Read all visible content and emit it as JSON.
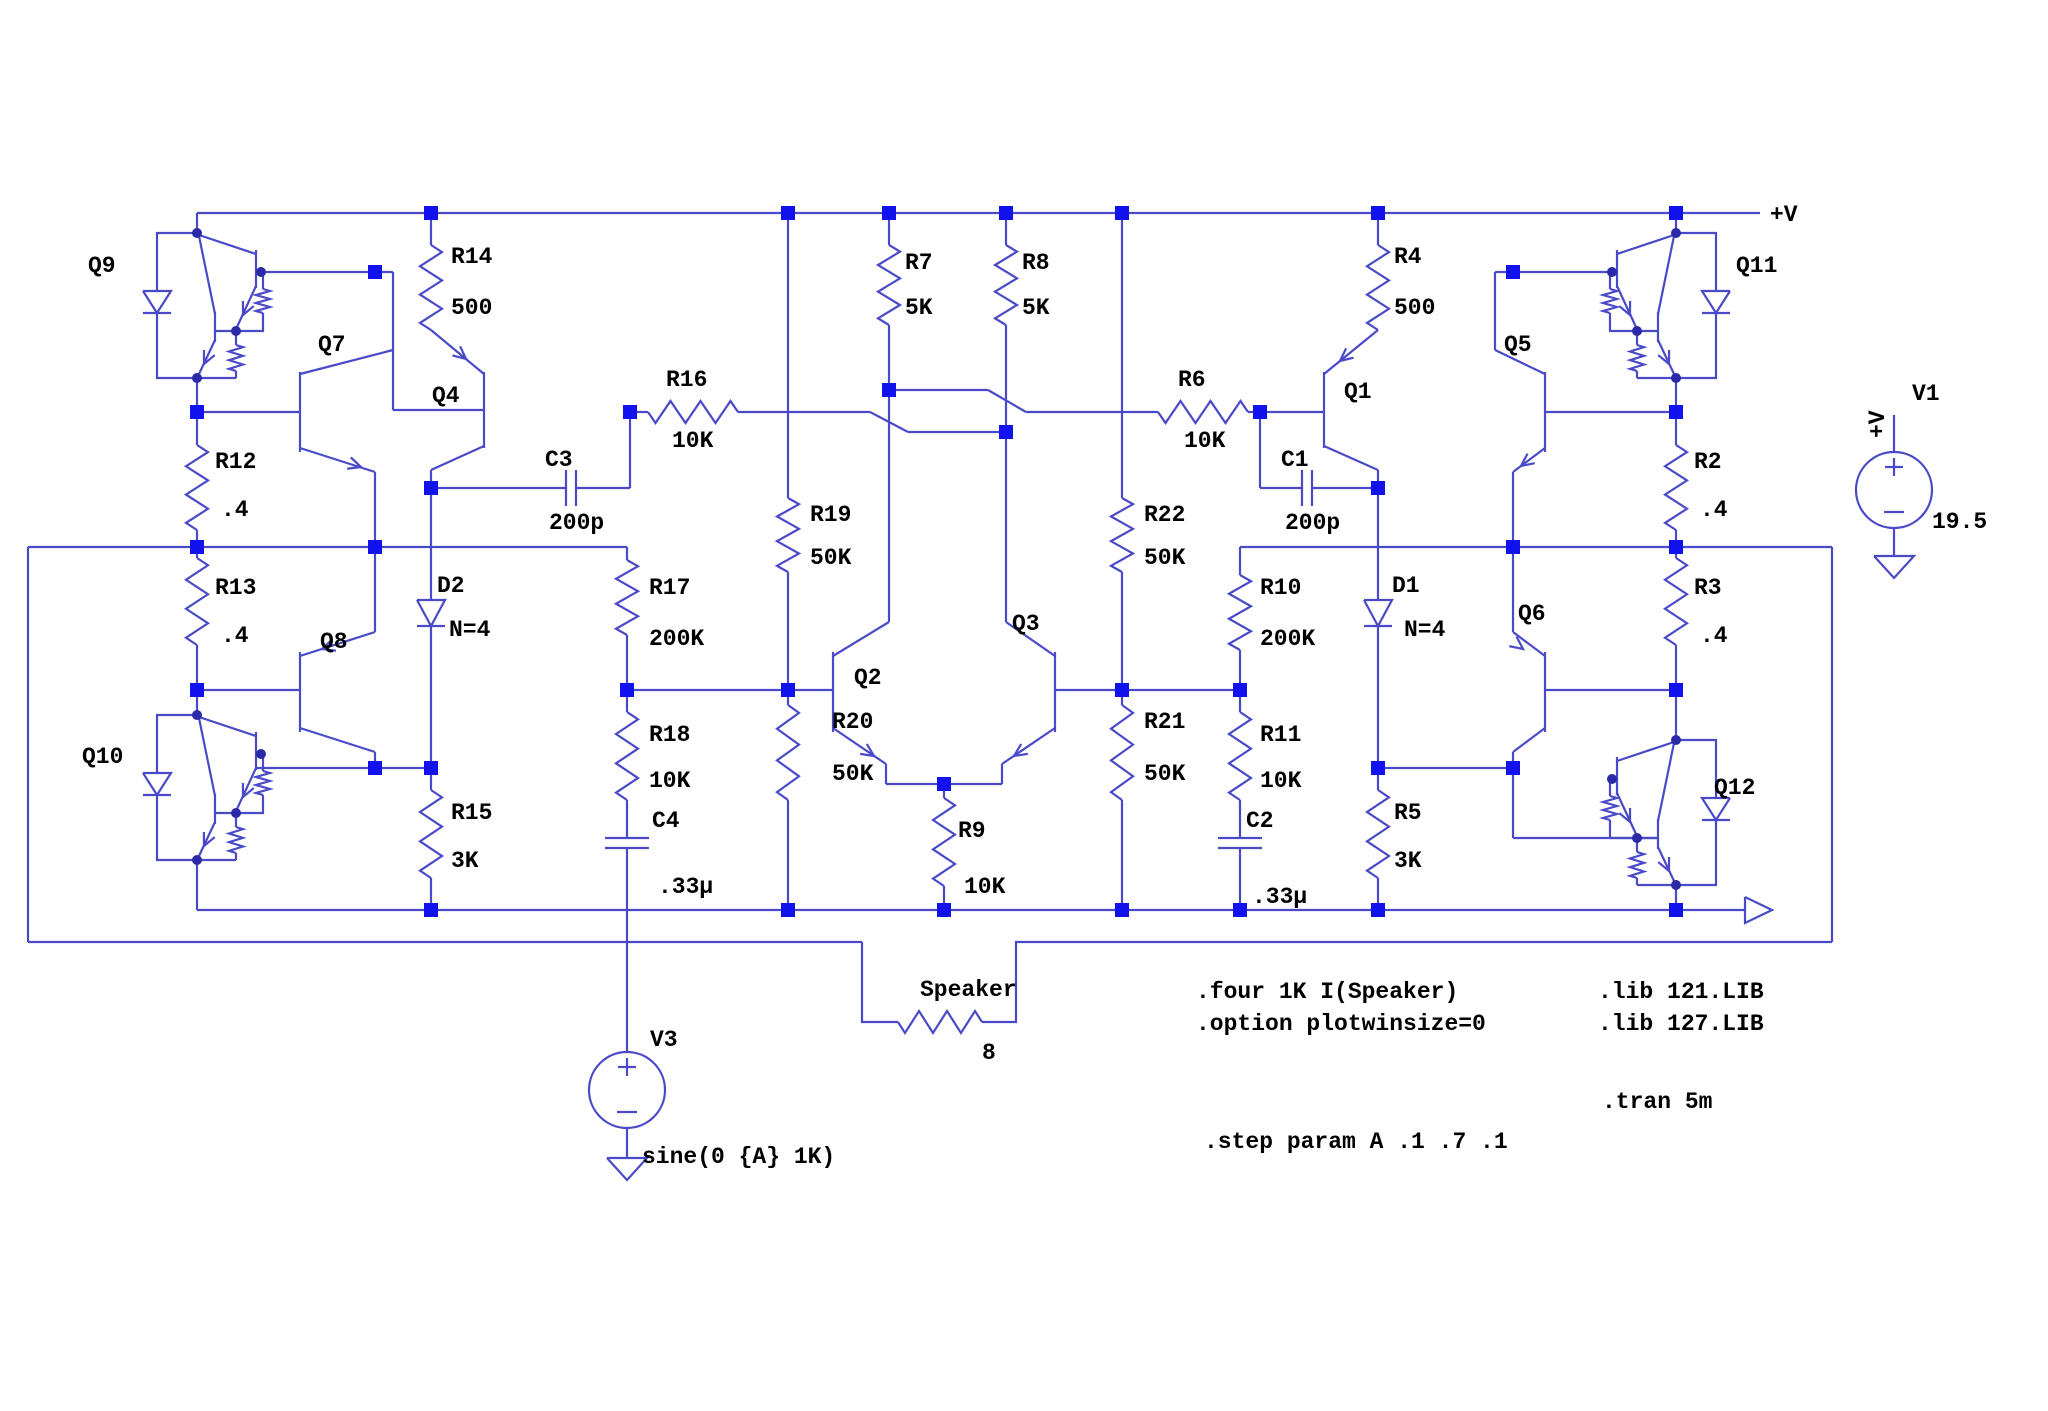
{
  "schematic": {
    "power_rail_label": "+V",
    "colors": {
      "wire": "#4A4AC8",
      "junction": "#1212EE",
      "text": "#000000",
      "background": "#FFFFFF"
    },
    "components": {
      "Q1": {
        "name": "Q1"
      },
      "Q2": {
        "name": "Q2"
      },
      "Q3": {
        "name": "Q3"
      },
      "Q4": {
        "name": "Q4"
      },
      "Q5": {
        "name": "Q5"
      },
      "Q6": {
        "name": "Q6"
      },
      "Q7": {
        "name": "Q7"
      },
      "Q8": {
        "name": "Q8"
      },
      "Q9": {
        "name": "Q9"
      },
      "Q10": {
        "name": "Q10"
      },
      "Q11": {
        "name": "Q11"
      },
      "Q12": {
        "name": "Q12"
      },
      "R2": {
        "name": "R2",
        "value": ".4"
      },
      "R3": {
        "name": "R3",
        "value": ".4"
      },
      "R4": {
        "name": "R4",
        "value": "500"
      },
      "R5": {
        "name": "R5",
        "value": "3K"
      },
      "R6": {
        "name": "R6",
        "value": "10K"
      },
      "R7": {
        "name": "R7",
        "value": "5K"
      },
      "R8": {
        "name": "R8",
        "value": "5K"
      },
      "R9": {
        "name": "R9",
        "value": "10K"
      },
      "R10": {
        "name": "R10",
        "value": "200K"
      },
      "R11": {
        "name": "R11",
        "value": "10K"
      },
      "R12": {
        "name": "R12",
        "value": ".4"
      },
      "R13": {
        "name": "R13",
        "value": ".4"
      },
      "R14": {
        "name": "R14",
        "value": "500"
      },
      "R15": {
        "name": "R15",
        "value": "3K"
      },
      "R16": {
        "name": "R16",
        "value": "10K"
      },
      "R17": {
        "name": "R17",
        "value": "200K"
      },
      "R18": {
        "name": "R18",
        "value": "10K"
      },
      "R19": {
        "name": "R19",
        "value": "50K"
      },
      "R20": {
        "name": "R20",
        "value": "50K"
      },
      "R21": {
        "name": "R21",
        "value": "50K"
      },
      "R22": {
        "name": "R22",
        "value": "50K"
      },
      "C1": {
        "name": "C1",
        "value": "200p"
      },
      "C2": {
        "name": "C2",
        "value": ".33µ"
      },
      "C3": {
        "name": "C3",
        "value": "200p"
      },
      "C4": {
        "name": "C4",
        "value": ".33µ"
      },
      "D1": {
        "name": "D1",
        "value": "N=4"
      },
      "D2": {
        "name": "D2",
        "value": "N=4"
      },
      "V1": {
        "name": "V1",
        "value": "19.5",
        "plus_label": "+V"
      },
      "V3": {
        "name": "V3",
        "value": "sine(0 {A} 1K)"
      },
      "Speaker": {
        "name": "Speaker",
        "value": "8"
      }
    },
    "directives": {
      "four": ".four 1K I(Speaker)",
      "option": ".option plotwinsize=0",
      "step": ".step param A .1 .7 .1",
      "lib1": ".lib  121.LIB",
      "lib2": ".lib  127.LIB",
      "tran": ".tran 5m"
    }
  }
}
